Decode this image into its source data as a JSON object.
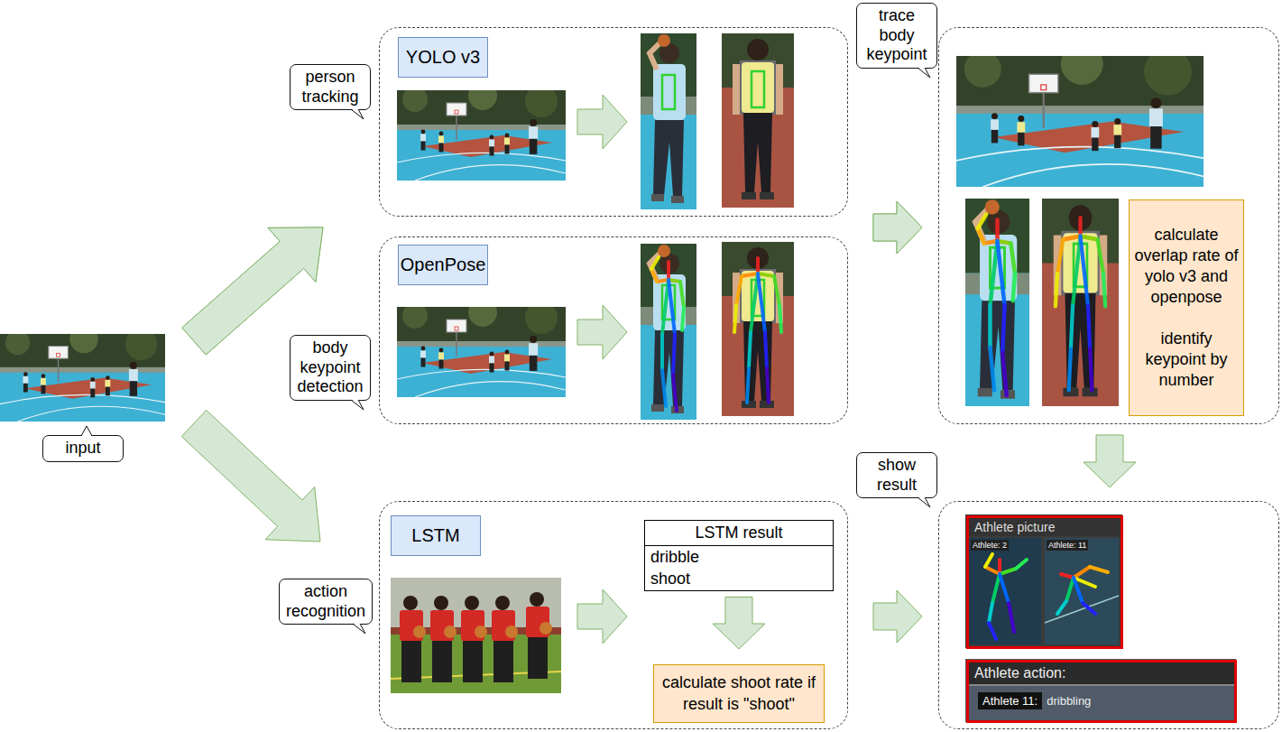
{
  "diagram": {
    "nodes": [
      {
        "text": [
          "input"
        ]
      },
      {
        "text": [
          "person tracking"
        ]
      },
      {
        "text": [
          "YOLO v3"
        ],
        "in": 1
      },
      {
        "text": [
          "body keypoint detection"
        ]
      },
      {
        "text": [
          "OpenPose"
        ],
        "in": 3
      },
      {
        "text": [
          "action recognition"
        ]
      },
      {
        "text": [
          "LSTM"
        ],
        "in": 5
      },
      {
        "text": [
          "LSTM result",
          "dribble",
          "shoot"
        ],
        "in": 5
      },
      {
        "text": [
          "calculate shoot rate if result is \"shoot\""
        ],
        "in": 5
      },
      {
        "text": [
          "trace body keypoint"
        ]
      },
      {
        "text": [
          "calculate overlap rate of yolo v3 and openpose",
          "identify keypoint by number"
        ],
        "in": 9
      },
      {
        "text": [
          "show result"
        ]
      },
      {
        "text": [
          "Athlete picture",
          "Athlete: 2",
          "Athlete: 11"
        ],
        "in": 11
      },
      {
        "text": [
          "Athlete action:",
          "Athlete 11:",
          "dribbling"
        ],
        "in": 11
      }
    ],
    "edges": [
      {
        "from": 0,
        "to": 1,
        "arrow": "to"
      },
      {
        "from": 0,
        "to": 3,
        "arrow": "to"
      },
      {
        "from": 0,
        "to": 5,
        "arrow": "to"
      },
      {
        "from": 1,
        "to": 9,
        "arrow": "to"
      },
      {
        "from": 3,
        "to": 9,
        "arrow": "to"
      },
      {
        "from": 5,
        "to": 11,
        "arrow": "to"
      },
      {
        "from": 9,
        "to": 11,
        "arrow": "to"
      },
      {
        "from": 7,
        "to": 8,
        "arrow": "to"
      }
    ]
  }
}
